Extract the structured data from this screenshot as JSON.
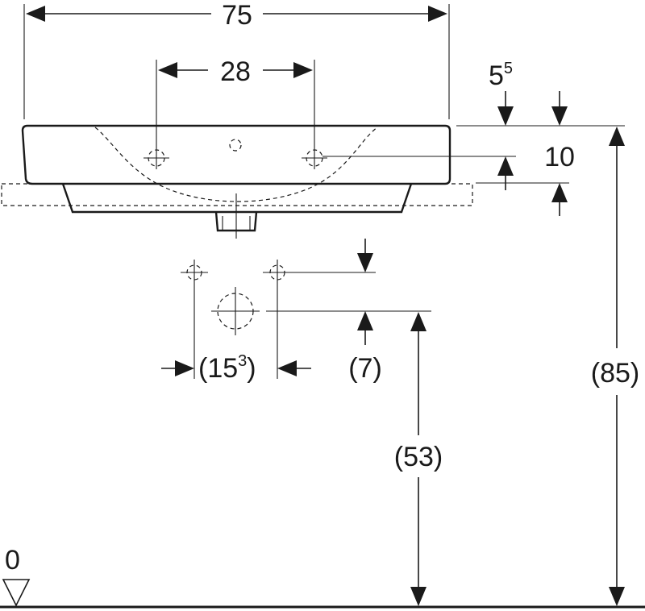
{
  "dimensions": {
    "width_total": "75",
    "tap_hole_spacing": "28",
    "rim_offset_main": "5",
    "rim_offset_sup": "5",
    "rim_height": "10",
    "supply_spacing_open": "(15",
    "supply_spacing_sup": "3",
    "supply_spacing_close": ")",
    "supply_offset": "(7)",
    "waste_height": "(53)",
    "total_height": "(85)",
    "floor_level": "0"
  }
}
